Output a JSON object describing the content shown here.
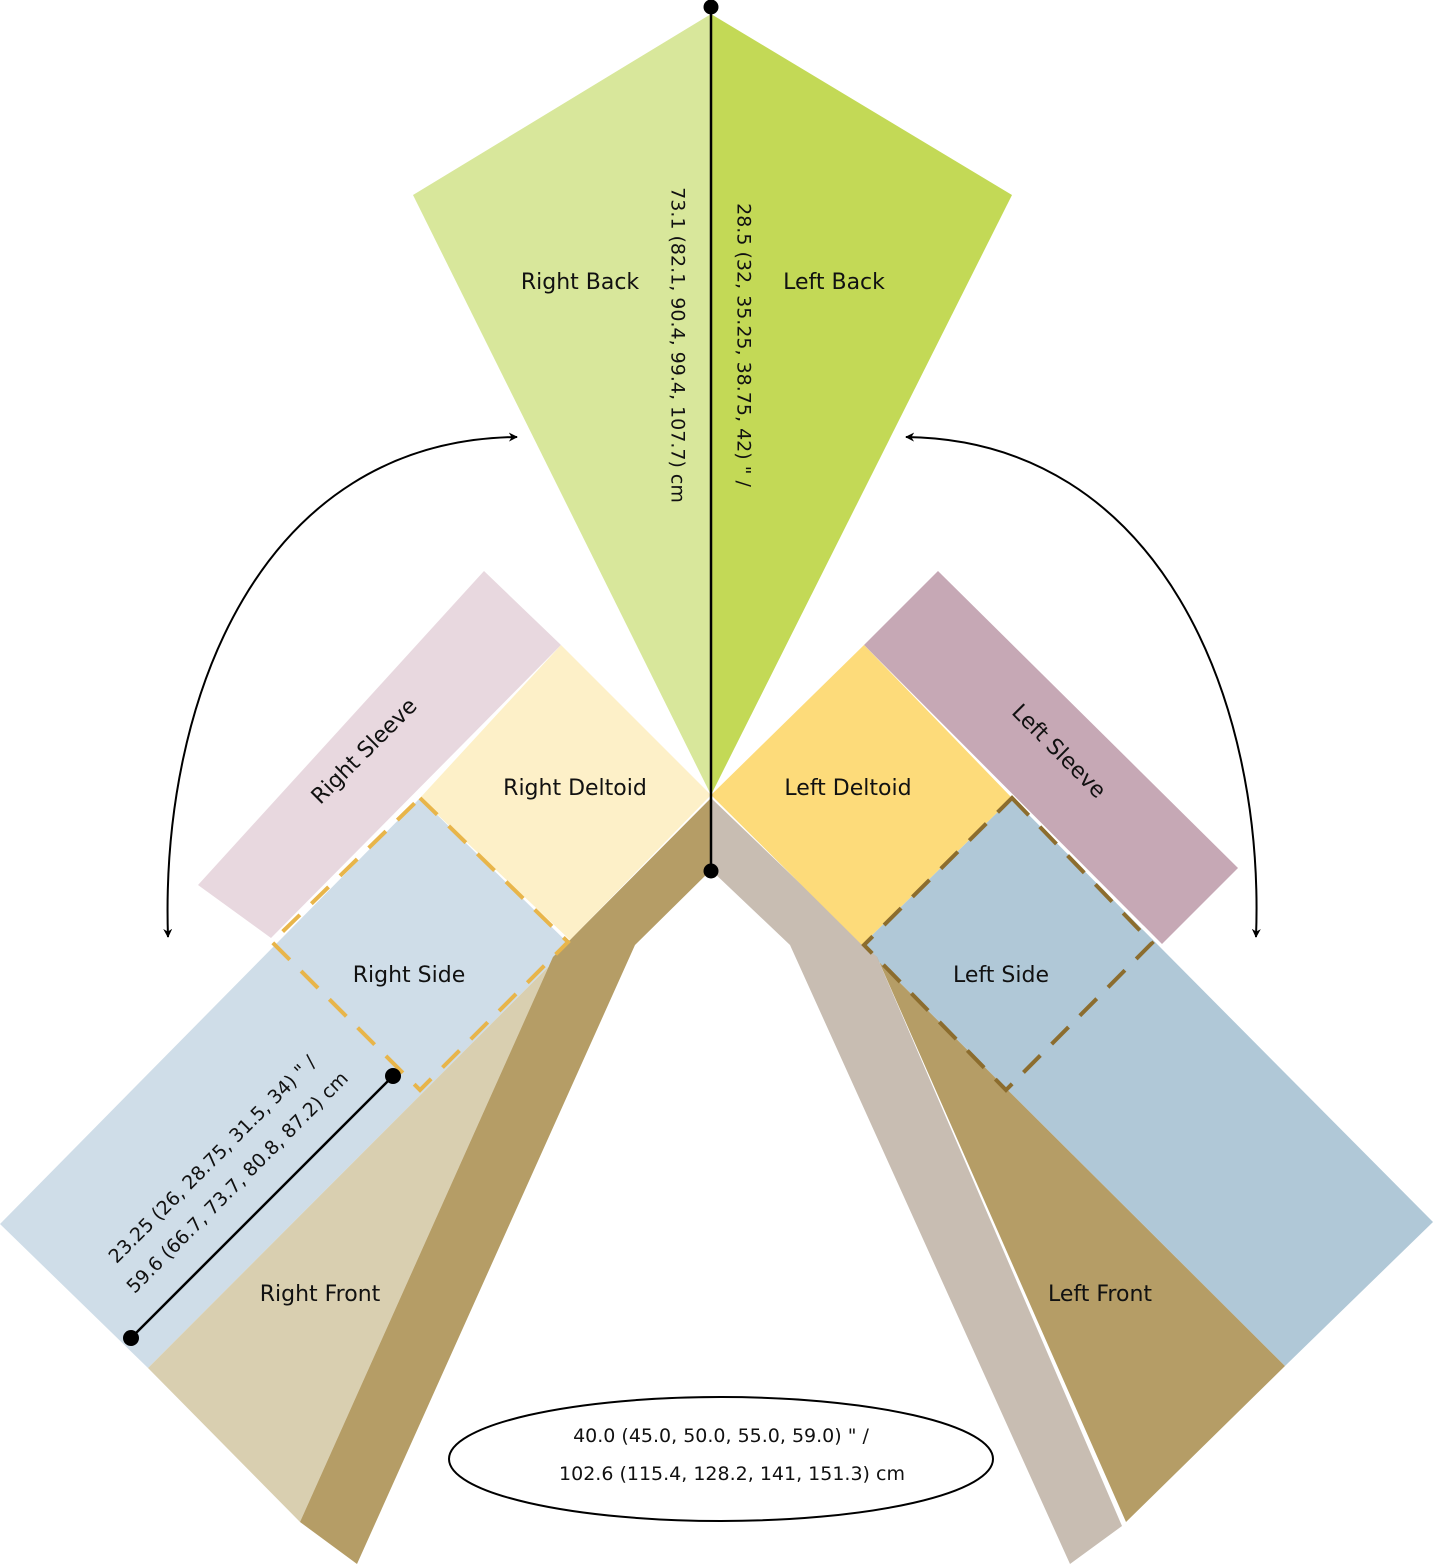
{
  "pieces": {
    "right_back": "Right Back",
    "left_back": "Left Back",
    "right_sleeve": "Right Sleeve",
    "left_sleeve": "Left Sleeve",
    "right_deltoid": "Right Deltoid",
    "left_deltoid": "Left Deltoid",
    "right_side": "Right Side",
    "left_side": "Left Side",
    "right_front": "Right Front",
    "left_front": "Left Front"
  },
  "measurements": {
    "back_length_in": "28.5 (32, 35.25, 38.75, 42) \" /",
    "back_length_cm": "73.1 (82.1, 90.4, 99.4, 107.7) cm",
    "front_length_in": "23.25 (26, 28.75, 31.5, 34) \" /",
    "front_length_cm": "59.6 (66.7, 73.7, 80.8, 87.2) cm",
    "circumference_in": "40.0 (45.0, 50.0, 55.0, 59.0) \" /",
    "circumference_cm": "102.6 (115.4, 128.2, 141, 151.3) cm"
  },
  "colors": {
    "right_back": "#d8e79b",
    "left_back": "#c3d956",
    "right_sleeve": "#e8d8df",
    "left_sleeve": "#c6a8b5",
    "right_deltoid": "#fdf0c8",
    "left_deltoid": "#fddb7a",
    "right_side": "#cfdde8",
    "left_side": "#b0c8d7",
    "right_front": "#d9cfb0",
    "left_front": "#b59d66",
    "right_band": "#b59d66",
    "left_band": "#c8bdb2",
    "right_dash": "#e8b54a",
    "left_dash": "#8c6d2e"
  }
}
